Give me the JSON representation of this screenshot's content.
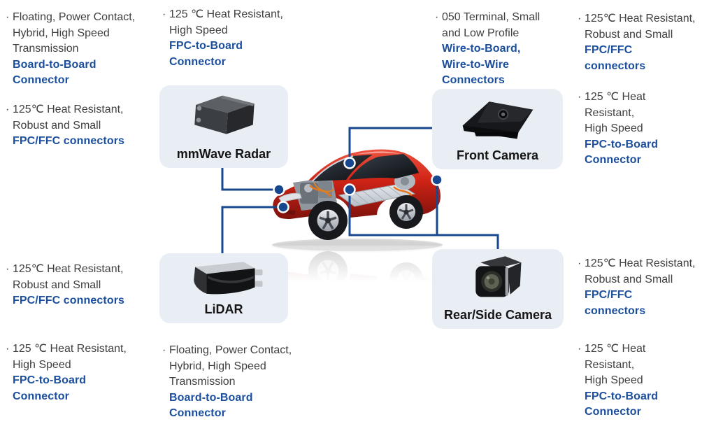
{
  "colors": {
    "accent_blue": "#1b4f9e",
    "wire_blue": "#17488f",
    "text_gray": "#3f4040",
    "box_bg": "#e9edf4",
    "car_red": "#c21f14"
  },
  "bullet": "·",
  "devices": [
    {
      "id": "mmwave-radar",
      "label": "mmWave Radar"
    },
    {
      "id": "front-camera",
      "label": "Front Camera"
    },
    {
      "id": "lidar",
      "label": "LiDAR"
    },
    {
      "id": "rear-side-camera",
      "label": "Rear/Side Camera"
    }
  ],
  "annotations": [
    {
      "id": "top-left-board-to-board",
      "plain": [
        "Floating, Power Contact,",
        "Hybrid, High Speed",
        "Transmission"
      ],
      "highlight": [
        "Board-to-Board",
        "Connector"
      ]
    },
    {
      "id": "left-upper-fpc-ffc",
      "plain": [
        "125℃ Heat Resistant,",
        "Robust and Small"
      ],
      "highlight": [
        "FPC/FFC connectors"
      ]
    },
    {
      "id": "col2-top-fpc-to-board",
      "plain": [
        "125 ℃ Heat Resistant,",
        "High Speed"
      ],
      "highlight": [
        "FPC-to-Board",
        "Connector"
      ]
    },
    {
      "id": "col3-top-wire-to-board",
      "plain": [
        "050 Terminal, Small",
        "and Low Profile"
      ],
      "highlight": [
        "Wire-to-Board,",
        "Wire-to-Wire",
        "Connectors"
      ]
    },
    {
      "id": "right-top-fpc-ffc",
      "plain": [
        "125℃ Heat Resistant,",
        "Robust and Small"
      ],
      "highlight": [
        "FPC/FFC",
        "connectors"
      ]
    },
    {
      "id": "right-upper-fpc-to-board",
      "plain": [
        "125 ℃ Heat",
        "Resistant,",
        "High Speed"
      ],
      "highlight": [
        "FPC-to-Board",
        "Connector"
      ]
    },
    {
      "id": "left-mid-fpc-ffc",
      "plain": [
        "125℃ Heat Resistant,",
        "Robust and Small"
      ],
      "highlight": [
        "FPC/FFC connectors"
      ]
    },
    {
      "id": "bottom-left-fpc-to-board",
      "plain": [
        "125 ℃ Heat Resistant,",
        "High Speed"
      ],
      "highlight": [
        "FPC-to-Board",
        "Connector"
      ]
    },
    {
      "id": "col2-bottom-board-to-board",
      "plain": [
        "Floating, Power Contact,",
        "Hybrid, High Speed",
        "Transmission"
      ],
      "highlight": [
        "Board-to-Board",
        "Connector"
      ]
    },
    {
      "id": "right-mid-fpc-ffc",
      "plain": [
        "125℃ Heat Resistant,",
        "Robust and Small"
      ],
      "highlight": [
        "FPC/FFC",
        "connectors"
      ]
    },
    {
      "id": "bottom-right-fpc-to-board",
      "plain": [
        "125 ℃ Heat",
        "Resistant,",
        "High Speed"
      ],
      "highlight": [
        "FPC-to-Board",
        "Connector"
      ]
    }
  ]
}
